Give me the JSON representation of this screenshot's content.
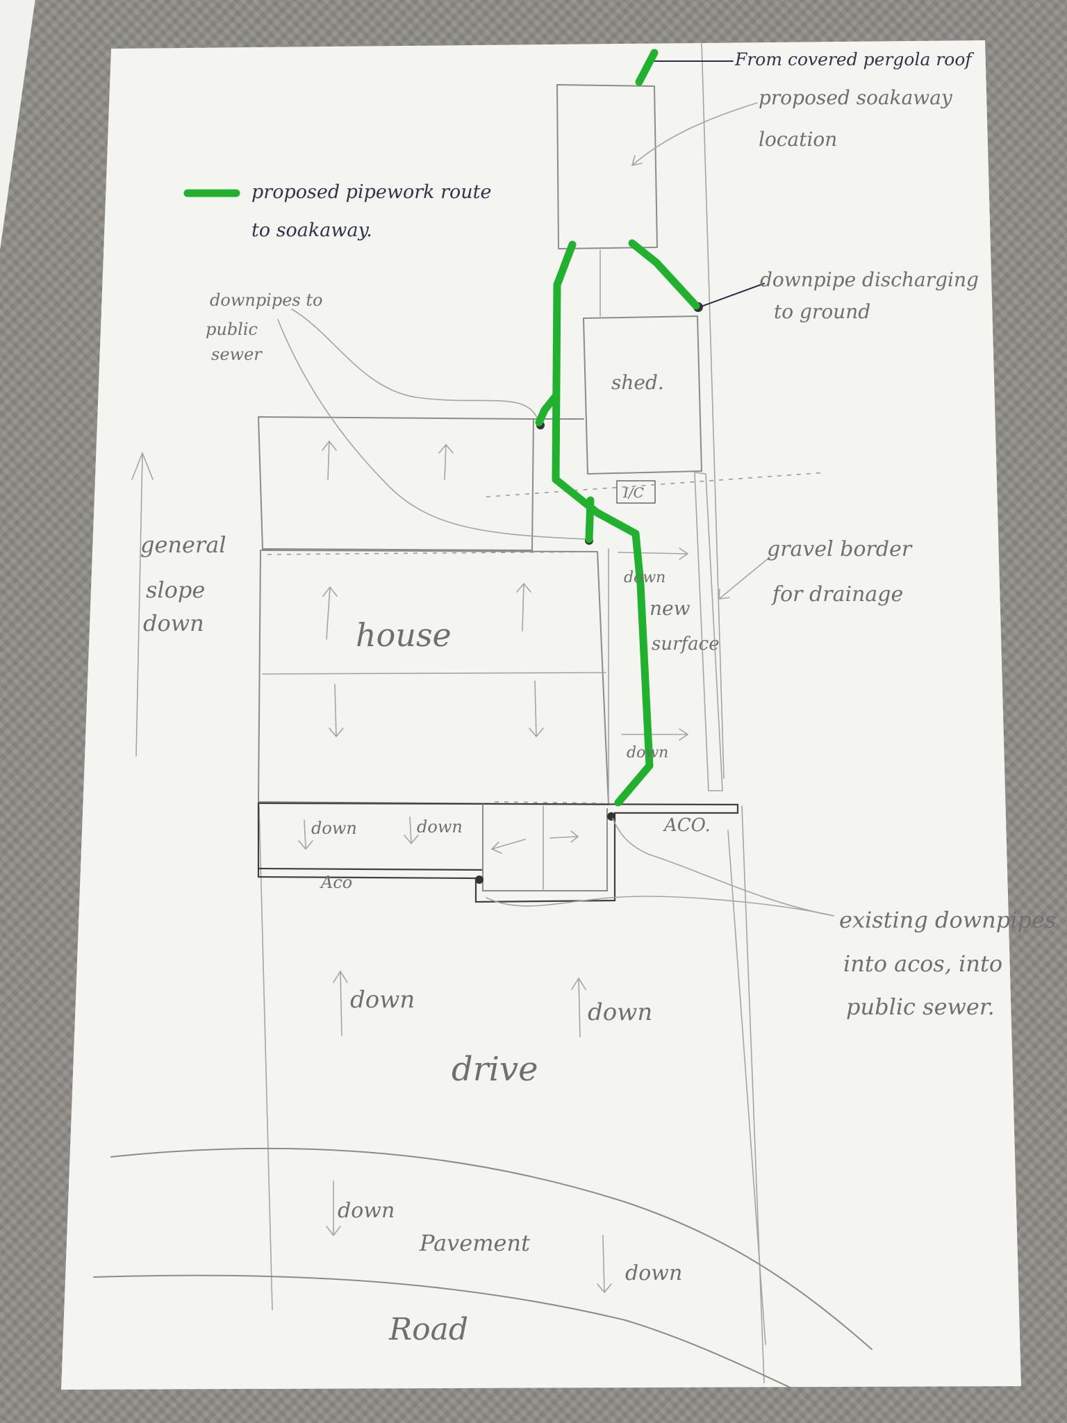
{
  "legend": {
    "line1": "proposed pipework route",
    "line2": "to soakaway."
  },
  "labels": {
    "from_pergola": "From covered pergola roof",
    "soakaway_1": "proposed soakaway",
    "soakaway_2": "location",
    "downpipe_ground_1": "downpipe discharging",
    "downpipe_ground_2": "to ground",
    "downpipes_sewer_1": "downpipes to",
    "downpipes_sewer_2": "public",
    "downpipes_sewer_3": "sewer",
    "shed": "shed.",
    "ic": "I/C",
    "gravel_1": "gravel border",
    "gravel_2": "for drainage",
    "slope_1": "general",
    "slope_2": "slope",
    "slope_3": "down",
    "house": "house",
    "new_1": "new",
    "new_2": "surface",
    "down": "down",
    "aco_left": "Aco",
    "aco_right": "ACO.",
    "existing_1": "existing downpipes",
    "existing_2": "into acos, into",
    "existing_3": "public sewer.",
    "drive": "drive",
    "pavement": "Pavement",
    "road": "Road"
  },
  "colors": {
    "pipework": "#22b02f",
    "pencil": "#8b8b8b",
    "pen": "#2a2f45",
    "paper": "#f4f4f1"
  }
}
